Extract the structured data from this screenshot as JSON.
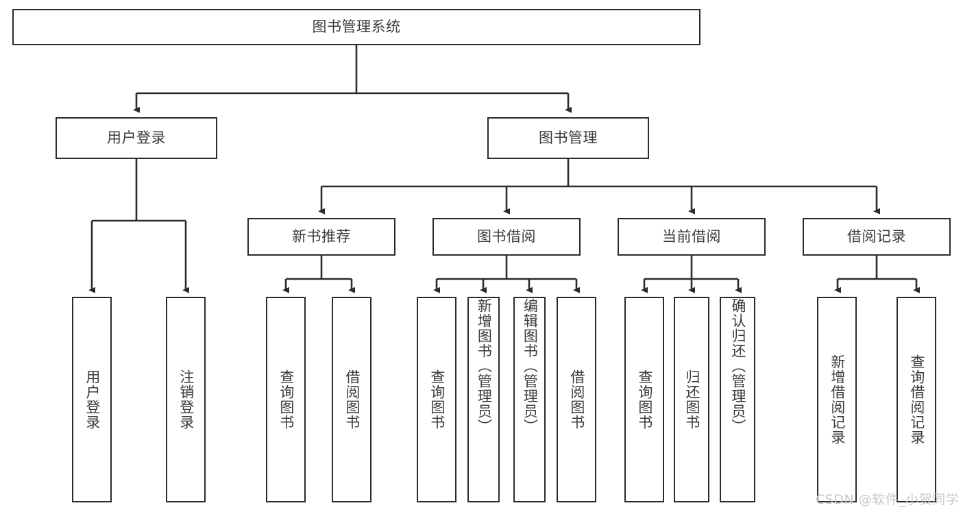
{
  "diagram": {
    "title": "图书管理系统",
    "type": "hierarchy-tree",
    "colors": {
      "background": "#ffffff",
      "stroke": "#2b2b2b",
      "text": "#3b3b3b",
      "watermark": "#c9c9c9"
    },
    "root": {
      "label": "图书管理系统"
    },
    "level2": [
      {
        "label": "用户登录"
      },
      {
        "label": "图书管理"
      }
    ],
    "level3": [
      {
        "label": "新书推荐"
      },
      {
        "label": "图书借阅"
      },
      {
        "label": "当前借阅"
      },
      {
        "label": "借阅记录"
      }
    ],
    "leaves": {
      "user_login": [
        {
          "label": "用户登录"
        },
        {
          "label": "注销登录"
        }
      ],
      "new_book_recommend": [
        {
          "label": "查询图书"
        },
        {
          "label": "借阅图书"
        }
      ],
      "book_borrow": [
        {
          "label": "查询图书"
        },
        {
          "label": "新增图书（管理员）"
        },
        {
          "label": "编辑图书（管理员）"
        },
        {
          "label": "借阅图书"
        }
      ],
      "current_borrow": [
        {
          "label": "查询图书"
        },
        {
          "label": "归还图书"
        },
        {
          "label": "确认归还（管理员）"
        }
      ],
      "borrow_record": [
        {
          "label": "新增借阅记录"
        },
        {
          "label": "查询借阅记录"
        }
      ]
    },
    "watermark": "CSDN @软件_小贺同学"
  }
}
